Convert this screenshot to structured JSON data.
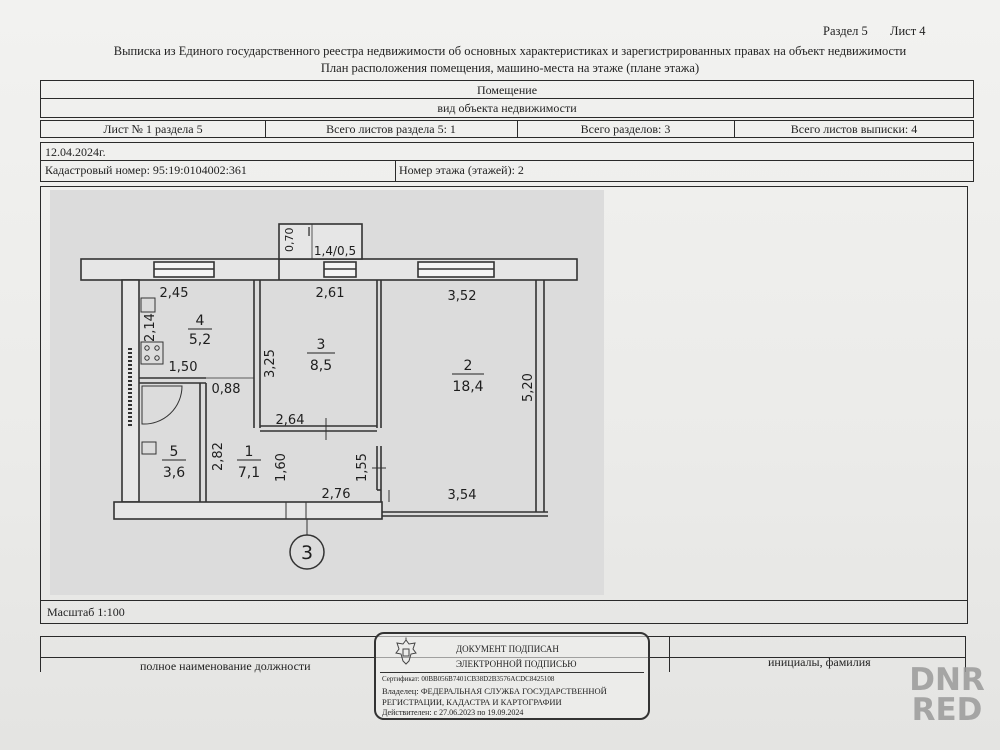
{
  "header": {
    "section": "Раздел 5",
    "sheet": "Лист 4",
    "title": "Выписка из Единого государственного реестра недвижимости об основных характеристиках и зарегистрированных правах на объект недвижимости",
    "subtitle": "План расположения помещения, машино-места на этаже (плане этажа)"
  },
  "object": {
    "label": "Помещение",
    "kind": "вид объекта недвижимости"
  },
  "sheet_row": {
    "sheet_no": "Лист № 1 раздела 5",
    "total_sheets_section": "Всего листов раздела 5: 1",
    "total_sections": "Всего разделов: 3",
    "total_sheets_extract": "Всего листов выписки: 4"
  },
  "date": "12.04.2024г.",
  "cadastral": "Кадастровый номер: 95:19:0104002:361",
  "floor": "Номер этажа (этажей): 2",
  "plan": {
    "balcony_num": "I",
    "balcony_area": "1,4/0,5",
    "balcony_depth": "0,70",
    "dims": {
      "r4_top": "2,45",
      "r4_side": "2,14",
      "r4_mid": "1,50",
      "r4_step": "0,88",
      "r3_top": "2,61",
      "r3_side": "3,25",
      "r3_bottom": "2,64",
      "r2_top": "3,52",
      "r2_side": "5,20",
      "r2_bottom": "3,54",
      "r1_side": "1,60",
      "r1_right": "1,55",
      "r1_bottom": "2,76",
      "r5_side": "2,82"
    },
    "rooms": [
      {
        "num": "4",
        "area": "5,2"
      },
      {
        "num": "3",
        "area": "8,5"
      },
      {
        "num": "2",
        "area": "18,4"
      },
      {
        "num": "1",
        "area": "7,1"
      },
      {
        "num": "5",
        "area": "3,6"
      }
    ],
    "apartment_no": "3"
  },
  "scale": "Масштаб 1:100",
  "footer": {
    "position_label": "полное наименование должности",
    "initials_label": "инициалы, фамилия"
  },
  "signature": {
    "line1": "ДОКУМЕНТ ПОДПИСАН",
    "line2": "ЭЛЕКТРОННОЙ ПОДПИСЬЮ",
    "cert": "Сертификат: 00BB056B7401CB38D2B3576ACDC8425108",
    "owner1": "Владелец: ФЕДЕРАЛЬНАЯ СЛУЖБА ГОСУДАРСТВЕННОЙ",
    "owner2": "РЕГИСТРАЦИИ, КАДАСТРА И КАРТОГРАФИИ",
    "valid": "Действителен: с 27.06.2023 по 19.09.2024"
  },
  "watermark": {
    "line1": "DNR",
    "line2": "RED"
  }
}
